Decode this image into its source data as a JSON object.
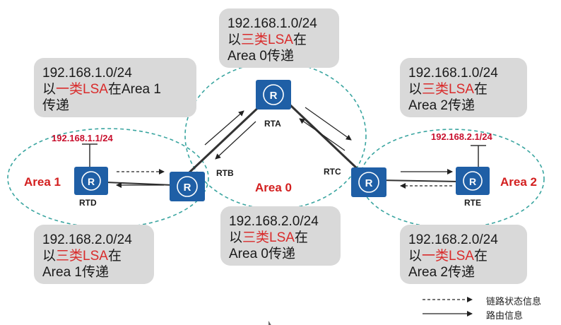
{
  "boxes": {
    "top": {
      "line1": "192.168.1.0/24",
      "pre": "以",
      "red": "三类LSA",
      "post": "在",
      "line3": "Area 0传递"
    },
    "top_left": {
      "line1": "192.168.1.0/24",
      "pre": "以",
      "red": "一类LSA",
      "post": "在Area 1",
      "line3": "传递"
    },
    "top_right": {
      "line1": "192.168.1.0/24",
      "pre": "以",
      "red": "三类LSA",
      "post": "在",
      "line3": "Area 2传递"
    },
    "mid_bottom": {
      "line1": "192.168.2.0/24",
      "pre": "以",
      "red": "三类LSA",
      "post": "在",
      "line3": "Area 0传递"
    },
    "bottom_left": {
      "line1": "192.168.2.0/24",
      "pre": "以",
      "red": "三类LSA",
      "post": "在",
      "line3": "Area 1传递"
    },
    "bottom_right": {
      "line1": "192.168.2.0/24",
      "pre": "以",
      "red": "一类LSA",
      "post": "在",
      "line3": "Area 2传递"
    }
  },
  "routers": {
    "rta": "RTA",
    "rtb": "RTB",
    "rtc": "RTC",
    "rtd": "RTD",
    "rte": "RTE",
    "icon_letter": "R"
  },
  "areas": {
    "area0": "Area 0",
    "area1": "Area 1",
    "area2": "Area 2"
  },
  "networks": {
    "rtd_net": "192.168.1.1/24",
    "rte_net": "192.168.2.1/24"
  },
  "legend": {
    "dashed": "链路状态信息",
    "solid": "路由信息"
  },
  "colors": {
    "router_fill": "#1f5fa6",
    "area_outline": "#3aa5a0",
    "highlight_red": "#d92b2b"
  }
}
